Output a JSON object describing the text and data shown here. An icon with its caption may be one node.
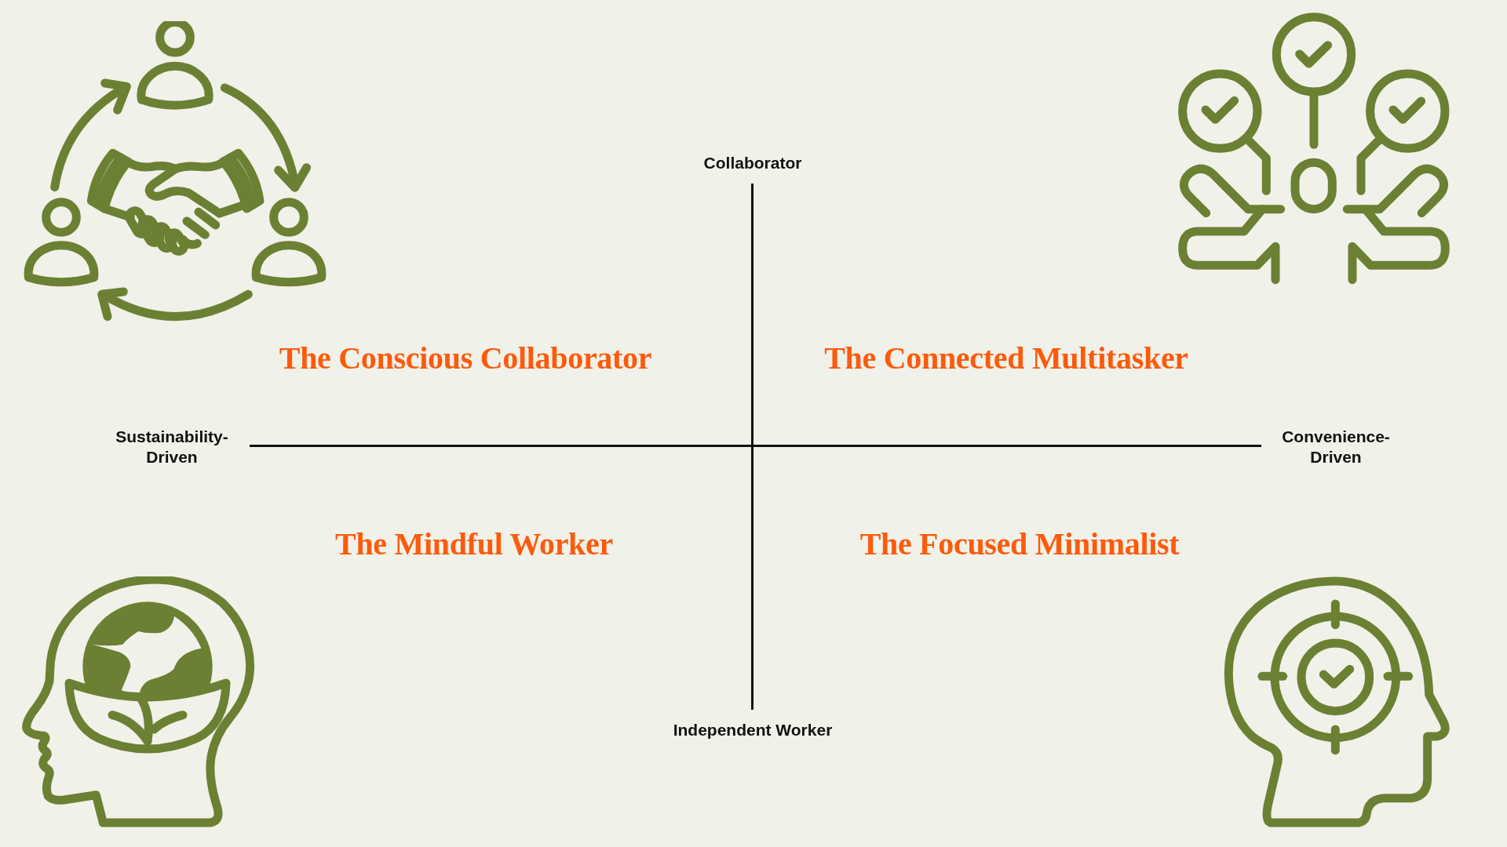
{
  "diagram": {
    "labels": [
      "Collaborator",
      "The Conscious Collaborator",
      "The Connected Multitasker",
      "Sustainability-Driven",
      "Convenience-Driven",
      "The Mindful Worker",
      "The Focused Minimalist",
      "Independent Worker"
    ]
  }
}
